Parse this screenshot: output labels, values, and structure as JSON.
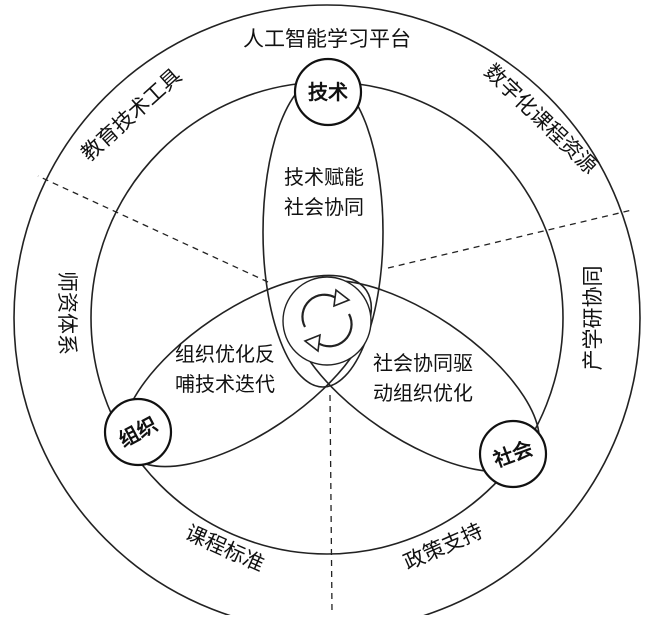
{
  "diagram": {
    "nodes": {
      "technology": "技术",
      "organization": "组织",
      "society": "社会"
    },
    "outer_ring": {
      "top": "人工智能学习平台",
      "upper_left": "教育技术工具",
      "upper_right": "数字化课程资源",
      "left": "师资体系",
      "right": "产学研协同",
      "bottom_left": "课程标准",
      "bottom_right": "政策支持"
    },
    "inner": {
      "tech_society_line1": "技术赋能",
      "tech_society_line2": "社会协同",
      "org_tech_line1": "组织优化反",
      "org_tech_line2": "哺技术迭代",
      "society_org_line1": "社会协同驱",
      "society_org_line2": "动组织优化"
    },
    "center_icon": "cycle-arrows-icon"
  }
}
